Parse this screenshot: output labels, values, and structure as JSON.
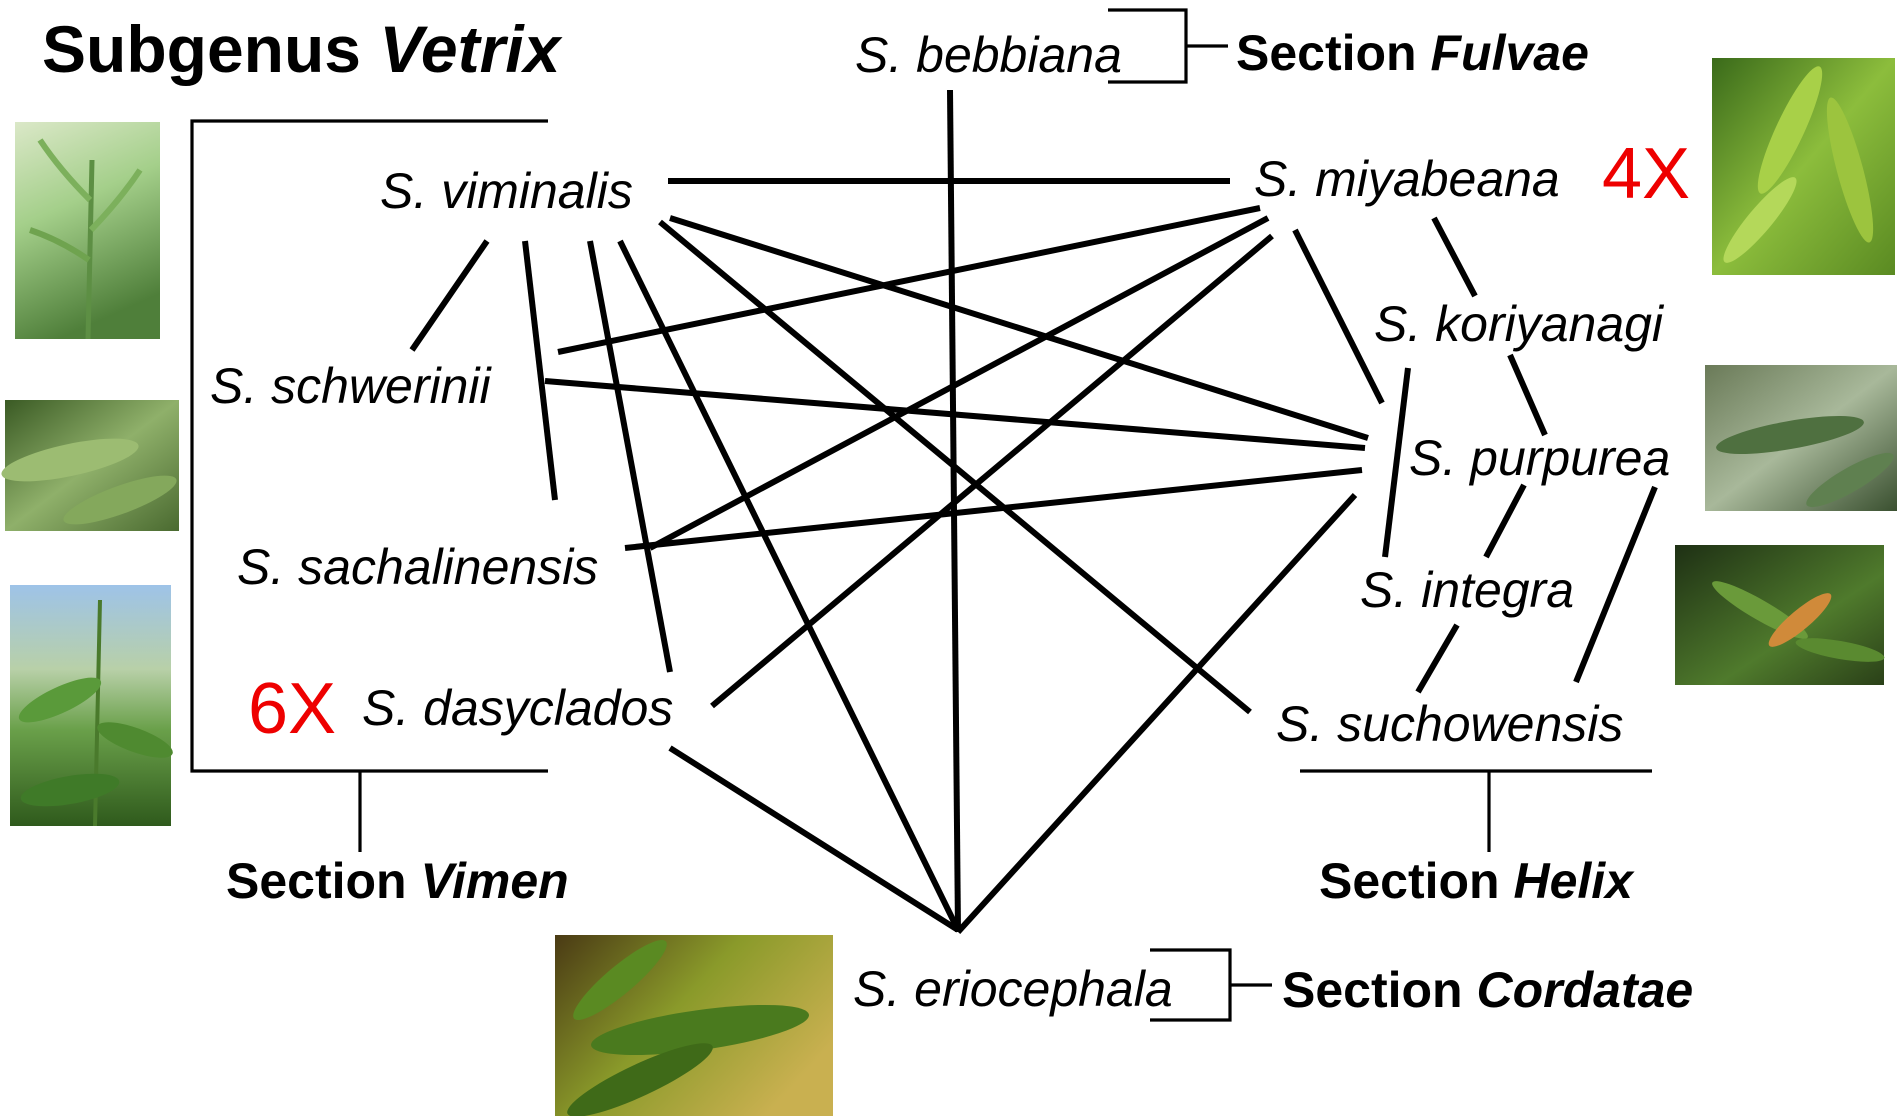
{
  "title": {
    "prefix": "Subgenus ",
    "genus": "Vetrix"
  },
  "sections": {
    "fulvae": {
      "prefix": "Section ",
      "name": "Fulvae"
    },
    "vimen": {
      "prefix": "Section ",
      "name": "Vimen"
    },
    "helix": {
      "prefix": "Section ",
      "name": "Helix"
    },
    "cordatae": {
      "prefix": "Section ",
      "name": "Cordatae"
    }
  },
  "species": {
    "bebbiana": "S. bebbiana",
    "viminalis": "S. viminalis",
    "miyabeana": "S. miyabeana",
    "schwerinii": "S. schwerinii",
    "koriyanagi": "S. koriyanagi",
    "purpurea": "S. purpurea",
    "sachalinensis": "S. sachalinensis",
    "integra": "S. integra",
    "dasyclados": "S. dasyclados",
    "suchowensis": "S. suchowensis",
    "eriocephala": "S. eriocephala"
  },
  "ploidy": {
    "six": "6X",
    "four": "4X"
  },
  "crosses": [
    [
      "viminalis",
      "miyabeana"
    ],
    [
      "viminalis",
      "schwerinii"
    ],
    [
      "viminalis",
      "sachalinensis"
    ],
    [
      "viminalis",
      "dasyclados"
    ],
    [
      "viminalis",
      "eriocephala"
    ],
    [
      "viminalis",
      "purpurea"
    ],
    [
      "viminalis",
      "suchowensis"
    ],
    [
      "miyabeana",
      "schwerinii"
    ],
    [
      "miyabeana",
      "sachalinensis"
    ],
    [
      "miyabeana",
      "dasyclados"
    ],
    [
      "miyabeana",
      "purpurea"
    ],
    [
      "miyabeana",
      "koriyanagi"
    ],
    [
      "schwerinii",
      "purpurea"
    ],
    [
      "sachalinensis",
      "purpurea"
    ],
    [
      "dasyclados",
      "eriocephala"
    ],
    [
      "bebbiana",
      "eriocephala"
    ],
    [
      "purpurea",
      "eriocephala"
    ],
    [
      "koriyanagi",
      "purpurea"
    ],
    [
      "koriyanagi",
      "integra"
    ],
    [
      "purpurea",
      "integra"
    ],
    [
      "integra",
      "suchowensis"
    ],
    [
      "purpurea",
      "suchowensis"
    ]
  ],
  "photos": [
    {
      "name": "photo-viminalis",
      "colors": [
        "#4f7f3a",
        "#a4cf8a",
        "#dbe8c8"
      ]
    },
    {
      "name": "photo-schwerinii",
      "colors": [
        "#3a5a24",
        "#8fb06a",
        "#c9d8a0"
      ]
    },
    {
      "name": "photo-sachalinensis",
      "colors": [
        "#2f5a1c",
        "#6aa04a",
        "#9ec3e8"
      ]
    },
    {
      "name": "photo-miyabeana",
      "colors": [
        "#3a6a1a",
        "#8cbd3c",
        "#c8e07c"
      ]
    },
    {
      "name": "photo-purpurea",
      "colors": [
        "#3a5030",
        "#6f8a5e",
        "#a8b89a"
      ]
    },
    {
      "name": "photo-suchowensis",
      "colors": [
        "#1e3014",
        "#4f7a2c",
        "#c89a4a"
      ]
    },
    {
      "name": "photo-eriocephala",
      "colors": [
        "#4a3a14",
        "#8a9a2a",
        "#c9b050"
      ]
    }
  ]
}
